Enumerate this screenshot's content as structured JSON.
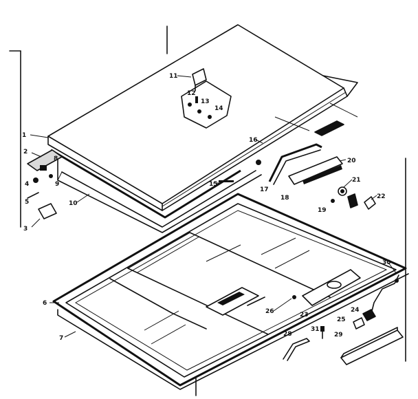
{
  "callouts": [
    {
      "key": "c1",
      "text": "1"
    },
    {
      "key": "c2",
      "text": "2"
    },
    {
      "key": "c3",
      "text": "3"
    },
    {
      "key": "c4",
      "text": "4"
    },
    {
      "key": "c5",
      "text": "5"
    },
    {
      "key": "c6",
      "text": "6"
    },
    {
      "key": "c7",
      "text": "7"
    },
    {
      "key": "c8",
      "text": "8"
    },
    {
      "key": "c9",
      "text": "9"
    },
    {
      "key": "c10",
      "text": "10"
    },
    {
      "key": "c11",
      "text": "11"
    },
    {
      "key": "c12",
      "text": "12"
    },
    {
      "key": "c13",
      "text": "13"
    },
    {
      "key": "c14",
      "text": "14"
    },
    {
      "key": "c15",
      "text": "15"
    },
    {
      "key": "c16",
      "text": "16"
    },
    {
      "key": "c17",
      "text": "17"
    },
    {
      "key": "c18",
      "text": "18"
    },
    {
      "key": "c19",
      "text": "19"
    },
    {
      "key": "c20",
      "text": "20"
    },
    {
      "key": "c21",
      "text": "21"
    },
    {
      "key": "c22",
      "text": "22"
    },
    {
      "key": "c23",
      "text": "23"
    },
    {
      "key": "c24",
      "text": "24"
    },
    {
      "key": "c25",
      "text": "25"
    },
    {
      "key": "c26",
      "text": "26"
    },
    {
      "key": "c28",
      "text": "28"
    },
    {
      "key": "c29",
      "text": "29"
    },
    {
      "key": "c30",
      "text": "30"
    },
    {
      "key": "c31",
      "text": "31"
    }
  ]
}
